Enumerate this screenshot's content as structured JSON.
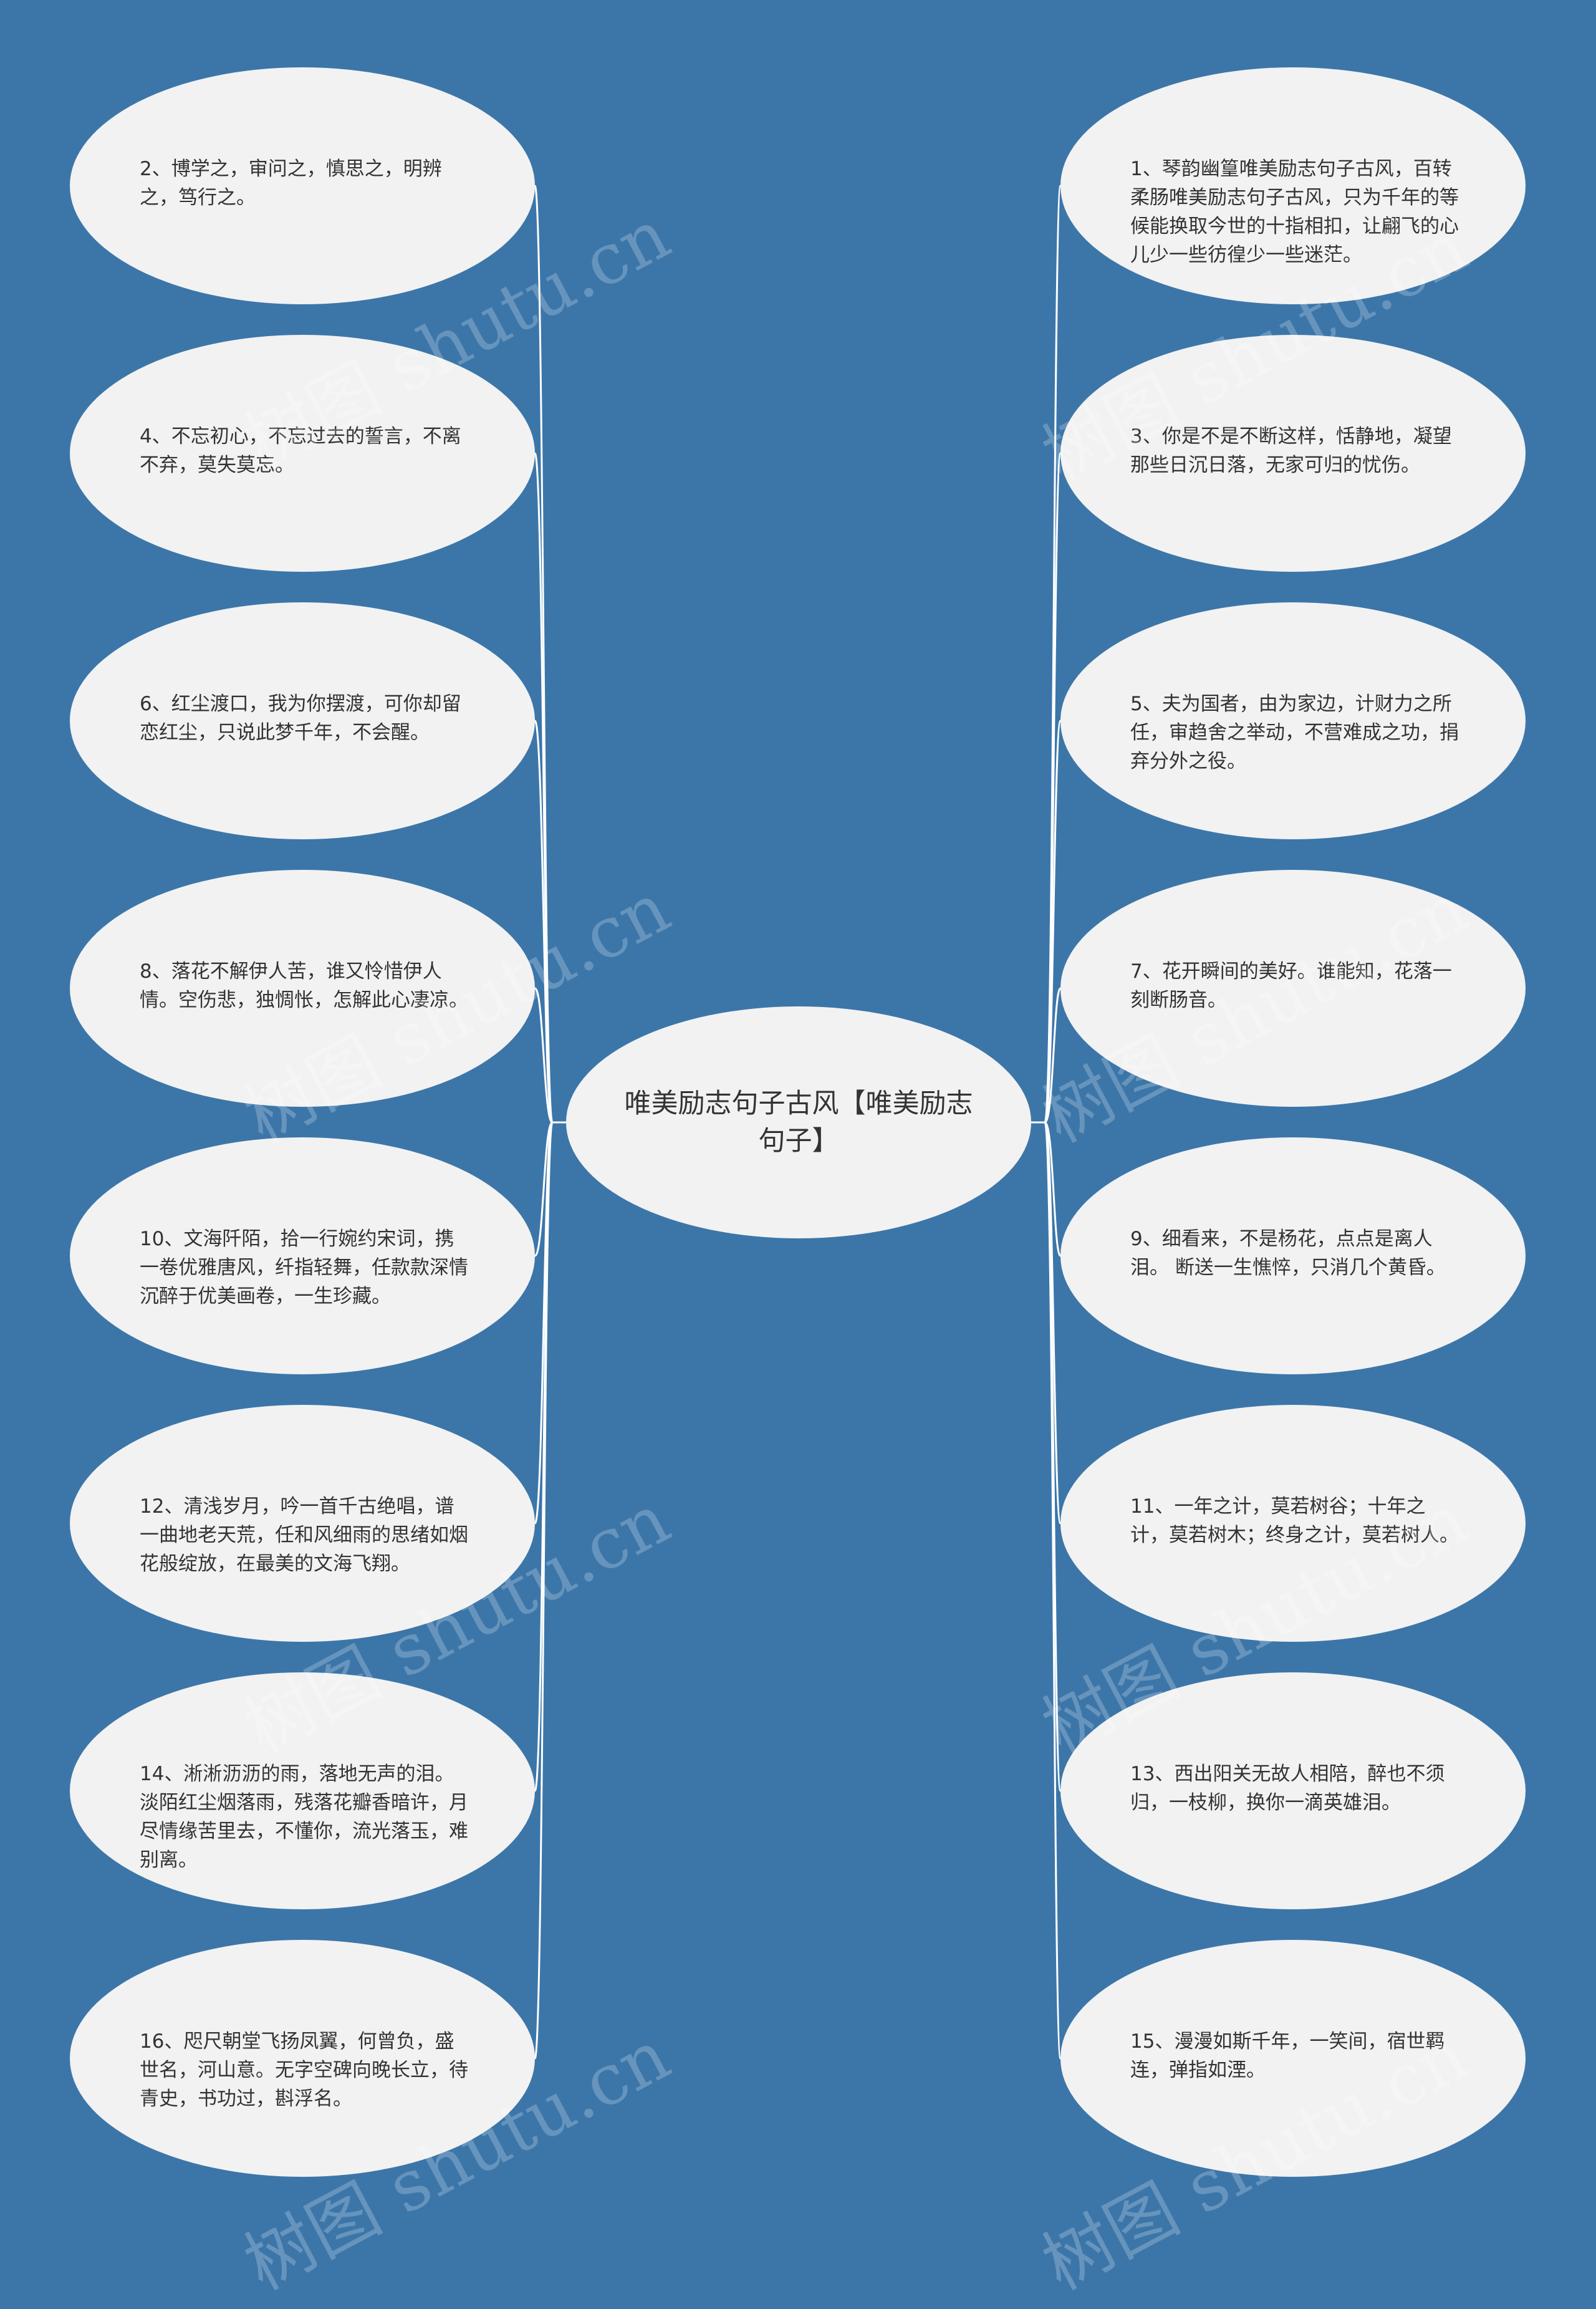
{
  "diagram": {
    "center": {
      "label": "唯美励志句子古风【唯美励志句子】"
    },
    "left_nodes": [
      {
        "id": "2",
        "text": "2、博学之，审问之，慎思之，明辨之，笃行之。"
      },
      {
        "id": "4",
        "text": "4、不忘初心，不忘过去的誓言，不离不弃，莫失莫忘。"
      },
      {
        "id": "6",
        "text": "6、红尘渡口，我为你摆渡，可你却留恋红尘，只说此梦千年，不会醒。"
      },
      {
        "id": "8",
        "text": "8、落花不解伊人苦，谁又怜惜伊人情。空伤悲，独惆怅，怎解此心凄凉。"
      },
      {
        "id": "10",
        "text": "10、文海阡陌，拾一行婉约宋词，携一卷优雅唐风，纤指轻舞，任款款深情沉醉于优美画卷，一生珍藏。"
      },
      {
        "id": "12",
        "text": "12、清浅岁月，吟一首千古绝唱，谱一曲地老天荒，任和风细雨的思绪如烟花般绽放，在最美的文海飞翔。"
      },
      {
        "id": "14",
        "text": "14、淅淅沥沥的雨，落地无声的泪。淡陌红尘烟落雨，残落花瓣香暗许，月尽情缘苦里去，不懂你，流光落玉，难别离。"
      },
      {
        "id": "16",
        "text": "16、咫尺朝堂飞扬凤翼，何曾负，盛世名，河山意。无字空碑向晚长立，待青史，书功过，斟浮名。"
      }
    ],
    "right_nodes": [
      {
        "id": "1",
        "text": "1、琴韵幽篁唯美励志句子古风，百转柔肠唯美励志句子古风，只为千年的等候能换取今世的十指相扣，让翩飞的心儿少一些彷徨少一些迷茫。"
      },
      {
        "id": "3",
        "text": "3、你是不是不断这样，恬静地，凝望那些日沉日落，无家可归的忧伤。"
      },
      {
        "id": "5",
        "text": "5、夫为国者，由为家边，计财力之所任，审趋舍之举动，不营难成之功，捐弃分外之役。"
      },
      {
        "id": "7",
        "text": "7、花开瞬间的美好。谁能知，花落一刻断肠音。"
      },
      {
        "id": "9",
        "text": "9、细看来，不是杨花，点点是离人泪。 断送一生憔悴，只消几个黄昏。"
      },
      {
        "id": "11",
        "text": "11、一年之计，莫若树谷；十年之计，莫若树木；终身之计，莫若树人。"
      },
      {
        "id": "13",
        "text": "13、西出阳关无故人相陪，醉也不须归，一枝柳，换你一滴英雄泪。"
      },
      {
        "id": "15",
        "text": "15、漫漫如斯千年，一笑间，宿世羁连，弹指如湮。"
      }
    ]
  },
  "watermark": {
    "text": "树图 shutu.cn"
  },
  "colors": {
    "background": "#3c76a9",
    "node_fill": "#f2f2f2",
    "connector": "#ffffff",
    "text": "#333333"
  }
}
